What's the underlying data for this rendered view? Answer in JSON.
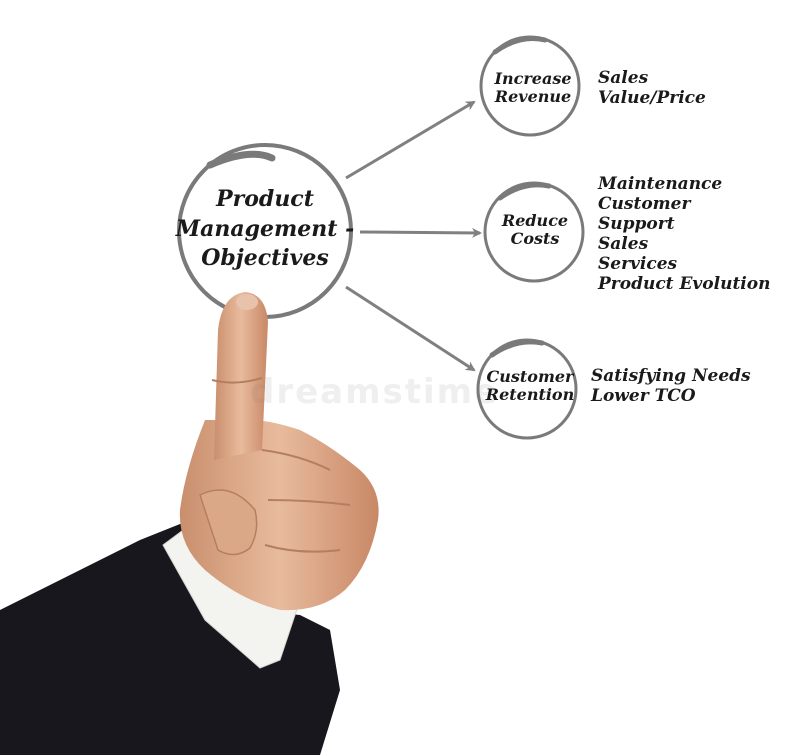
{
  "center": {
    "line1": "Product",
    "line2": "Management -",
    "line3": "Objectives"
  },
  "objectives": [
    {
      "line1": "Increase",
      "line2": "Revenue",
      "items": [
        "Sales",
        "Value/Price"
      ]
    },
    {
      "line1": "Reduce",
      "line2": "Costs",
      "items": [
        "Maintenance",
        "Customer",
        "Support",
        "Sales",
        "Services",
        "Product Evolution"
      ]
    },
    {
      "line1": "Customer",
      "line2": "Retention",
      "items": [
        "Satisfying Needs",
        "Lower TCO"
      ]
    }
  ],
  "watermark": "dreamstime",
  "colors": {
    "circle": "#7a7a7a",
    "arrow": "#808080",
    "text": "#1a1a1a",
    "sleeve": "#17171d",
    "skin": "#d9a98a",
    "shirt": "#f3f3f0"
  }
}
